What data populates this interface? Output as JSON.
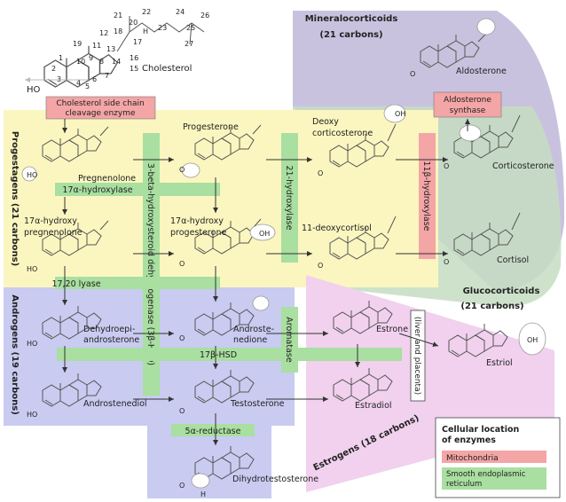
{
  "colors": {
    "mineralo_bg": "#c9c2de",
    "gluco_bg": "#c5ddc2",
    "progest_bg": "#fbf6bf",
    "andro_bg": "#c9cbf1",
    "estro_bg": "#f1d1ee",
    "mito": "#f4a5a6",
    "er": "#a9dfa0",
    "group_mineralo": "#6b1f8f",
    "group_progest": "#222222",
    "group_andro": "#3a3a9a",
    "group_estro": "#8b1f8b",
    "group_gluco": "#1f6b1f"
  },
  "groups": {
    "mineralo": [
      "Mineralocorticoids",
      "(21 carbons)"
    ],
    "gluco": [
      "Glucocorticoids",
      "(21 carbons)"
    ],
    "progest": "Progestagens (21 carbons)",
    "andro": "Androgens (19 carbons)",
    "estro": "Estrogens (18 carbons)"
  },
  "molecules": {
    "cholesterol": "Cholesterol",
    "pregnenolone": "Pregnenolone",
    "progesterone": "Progesterone",
    "deoxycorticosterone": [
      "Deoxy",
      "corticosterone"
    ],
    "corticosterone": "Corticosterone",
    "aldosterone": "Aldosterone",
    "hydroxypregnenolone": [
      "17α-hydroxy",
      "pregnenolone"
    ],
    "hydroxyprogesterone": [
      "17α-hydroxy",
      "progesterone"
    ],
    "deoxycortisol": "11-deoxycortisol",
    "cortisol": "Cortisol",
    "dhea": [
      "Dehydroepi-",
      "androsterone"
    ],
    "androstenedione": [
      "Androste-",
      "nedione"
    ],
    "estrone": "Estrone",
    "estriol": "Estriol",
    "androstenediol": "Androstenediol",
    "testosterone": "Testosterone",
    "estradiol": "Estradiol",
    "dht": "Dihydrotestosterone"
  },
  "enzymes": {
    "side_chain": [
      "Cholesterol side chain",
      "cleavage enzyme"
    ],
    "aldo_synthase": [
      "Aldosterone",
      "synthase"
    ],
    "hydroxylase17": "17α-hydroxylase",
    "hsd3": "3-beta-hydroxysteroid dehydrogenase (3β-HSD)",
    "hydroxylase21": "21-hydroxylase",
    "hydroxylase11": "11β-hydroxylase",
    "lyase": "17,20 lyase",
    "hsd17": "17β-HSD",
    "aromatase": "Aromatase",
    "reductase": "5α-reductase",
    "liver_placenta": "(liver and placenta)"
  },
  "atoms": {
    "cholesterol_numbers": [
      "21",
      "22",
      "24",
      "26",
      "20",
      "23",
      "25",
      "27",
      "18",
      "12",
      "17",
      "19",
      "11",
      "13",
      "16",
      "1",
      "14",
      "15",
      "2",
      "10",
      "8",
      "9",
      "3",
      "4",
      "6",
      "7",
      "5"
    ],
    "HO": "HO",
    "O": "O",
    "OH": "OH",
    "H": "H"
  },
  "legend": {
    "title": [
      "Cellular location",
      "of enzymes"
    ],
    "mito": "Mitochondria",
    "er": [
      "Smooth endoplasmic",
      "reticulum"
    ]
  }
}
